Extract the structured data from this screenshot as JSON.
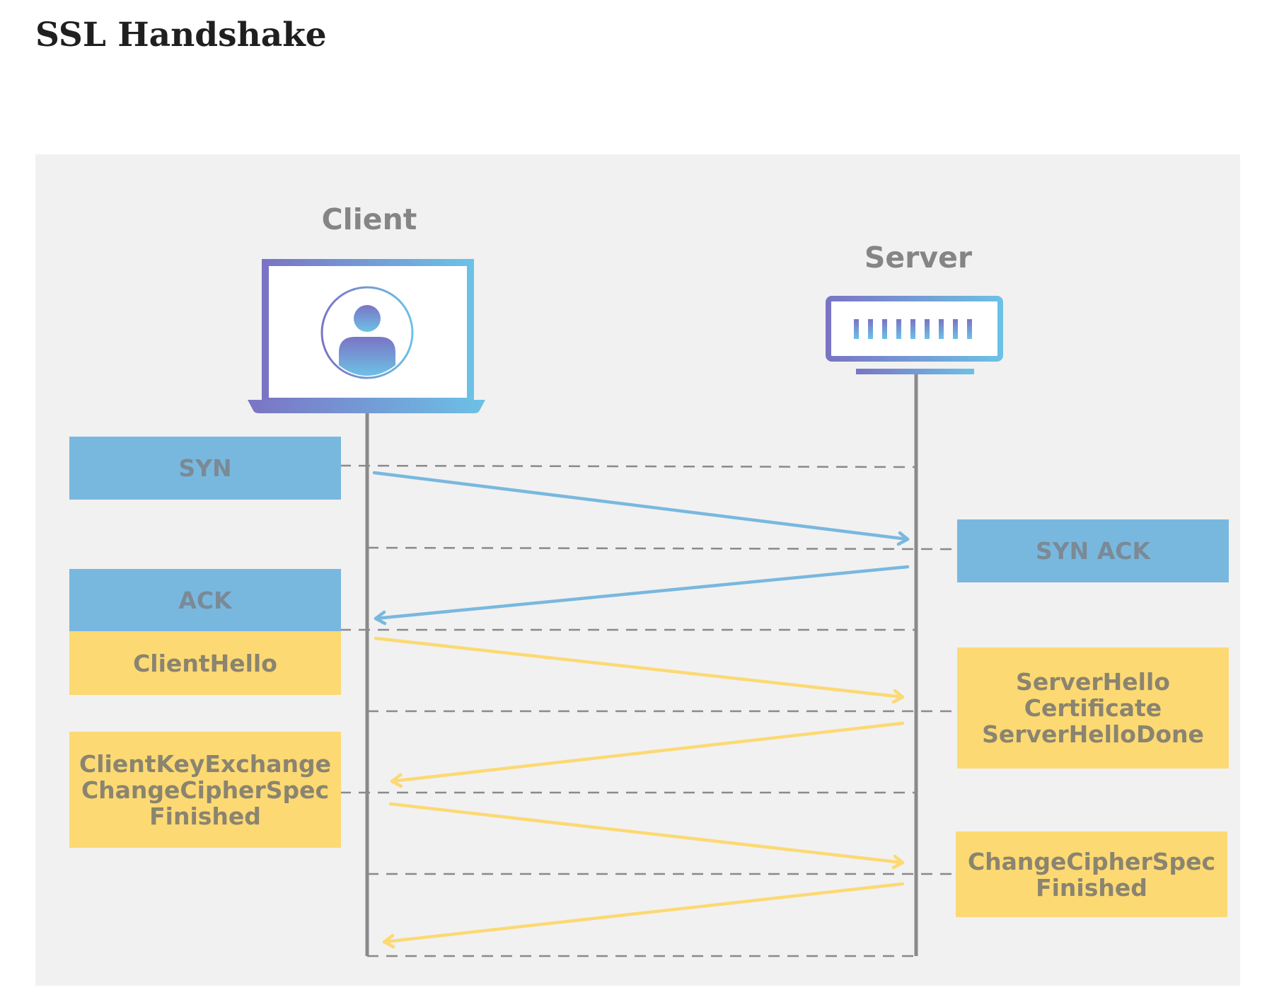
{
  "title": "SSL Handshake",
  "actors": {
    "client": "Client",
    "server": "Server"
  },
  "messages": {
    "syn": "SYN",
    "syn_ack": "SYN ACK",
    "ack": "ACK",
    "client_hello": "ClientHello",
    "server_hello": "ServerHello\nCertificate\nServerHelloDone",
    "client_key_exchange": "ClientKeyExchange\nChangeCipherSpec\nFinished",
    "server_finished": "ChangeCipherSpec\nFinished"
  },
  "colors": {
    "tcp_blue": "#79b8de",
    "tls_yellow": "#fcd973",
    "lifeline_gray": "#8a8a8a",
    "icon_purple": "#7b74c4",
    "icon_cyan": "#6cc1e6"
  },
  "icons": {
    "client": "laptop-user-icon",
    "server": "server-rack-icon"
  }
}
